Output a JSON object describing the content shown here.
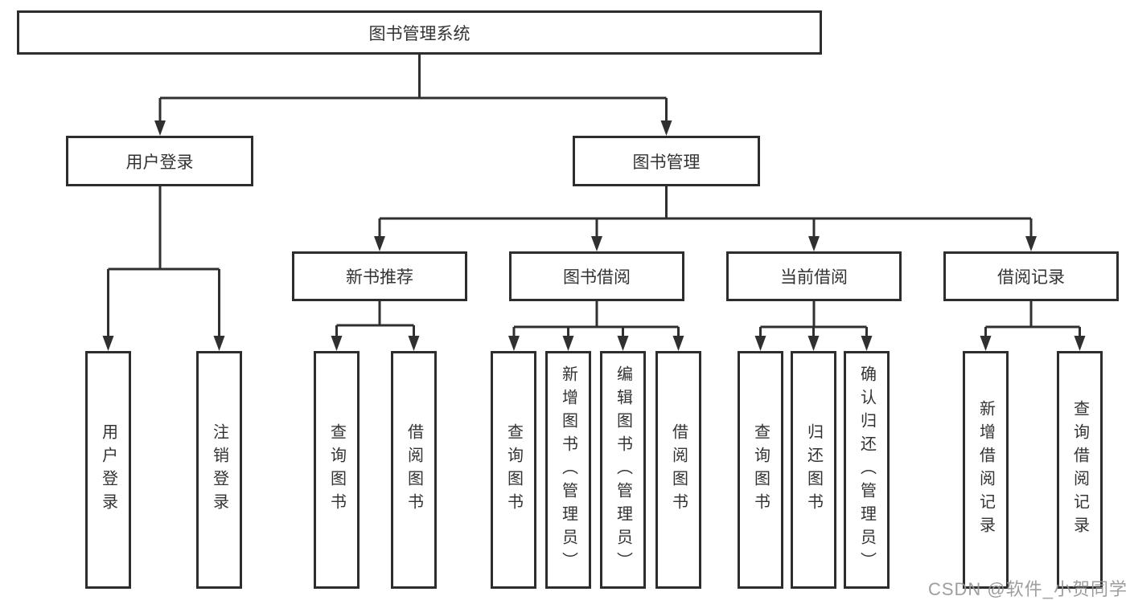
{
  "tree": {
    "label": "图书管理系统",
    "children": [
      {
        "label": "用户登录",
        "children": [
          {
            "label": "用户登录"
          },
          {
            "label": "注销登录"
          }
        ]
      },
      {
        "label": "图书管理",
        "children": [
          {
            "label": "新书推荐",
            "children": [
              {
                "label": "查询图书"
              },
              {
                "label": "借阅图书"
              }
            ]
          },
          {
            "label": "图书借阅",
            "children": [
              {
                "label": "查询图书"
              },
              {
                "label": "新增图书（管理员）"
              },
              {
                "label": "编辑图书（管理员）"
              },
              {
                "label": "借阅图书"
              }
            ]
          },
          {
            "label": "当前借阅",
            "children": [
              {
                "label": "查询图书"
              },
              {
                "label": "归还图书"
              },
              {
                "label": "确认归还（管理员）"
              }
            ]
          },
          {
            "label": "借阅记录",
            "children": [
              {
                "label": "新增借阅记录"
              },
              {
                "label": "查询借阅记录"
              }
            ]
          }
        ]
      }
    ]
  },
  "watermark": {
    "text": "CSDN @软件_小贺同学"
  },
  "colors": {
    "line": "#303030",
    "box_border": "#2d2d2d",
    "text": "#333333",
    "watermark": "#969696",
    "background": "#ffffff"
  }
}
